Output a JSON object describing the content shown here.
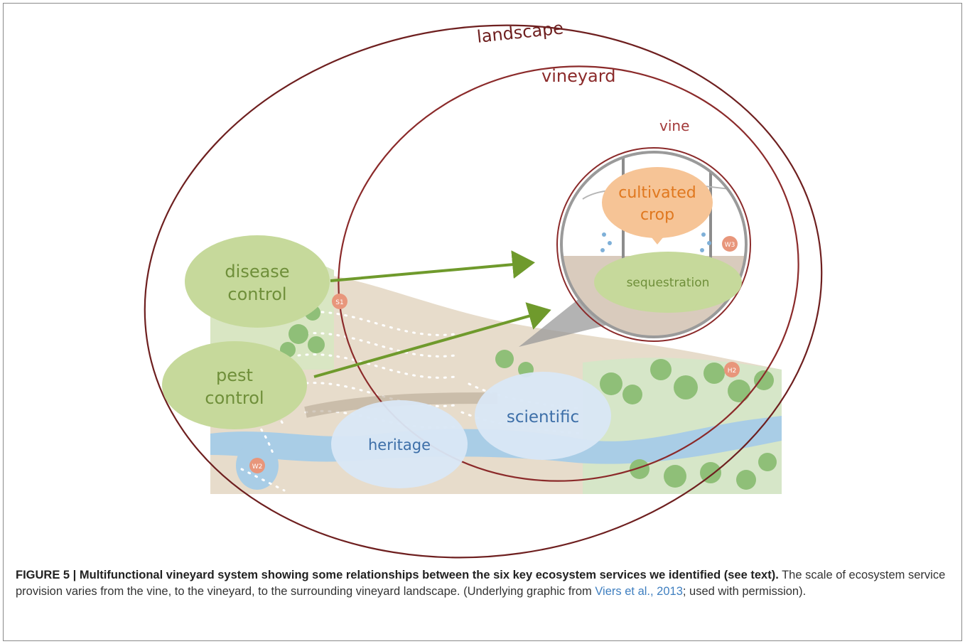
{
  "diagram": {
    "scale_labels": {
      "landscape": "landscape",
      "vineyard": "vineyard",
      "vine": "vine"
    },
    "services": {
      "disease_control": [
        "disease",
        "control"
      ],
      "pest_control": [
        "pest",
        "control"
      ],
      "heritage": "heritage",
      "scientific": "scientific",
      "cultivated_crop": [
        "cultivated",
        "crop"
      ],
      "sequestration": "sequestration"
    },
    "markers": {
      "s1": "S1",
      "h2": "H2",
      "w2": "W2",
      "w3": "W3"
    },
    "colors": {
      "scale_ring": "#7a1f1f",
      "green_service_fill": "#c6d99b",
      "green_service_text": "#6f8f3a",
      "blue_service_fill": "#d9e7f5",
      "blue_service_text": "#3d6fa8",
      "crop_fill": "#f6c496",
      "crop_text": "#e0781f",
      "arrow": "#6f9a2c",
      "marker_fill": "#e8967b"
    }
  },
  "caption": {
    "bold": "FIGURE 5 | Multifunctional vineyard system showing some relationships between the six key ecosystem services we identified (see text).",
    "text1": " The scale of ecosystem service provision varies from the vine, to the vineyard, to the surrounding vineyard landscape. (Underlying graphic from ",
    "cite": "Viers et al., 2013",
    "text2": "; used with permission)."
  }
}
